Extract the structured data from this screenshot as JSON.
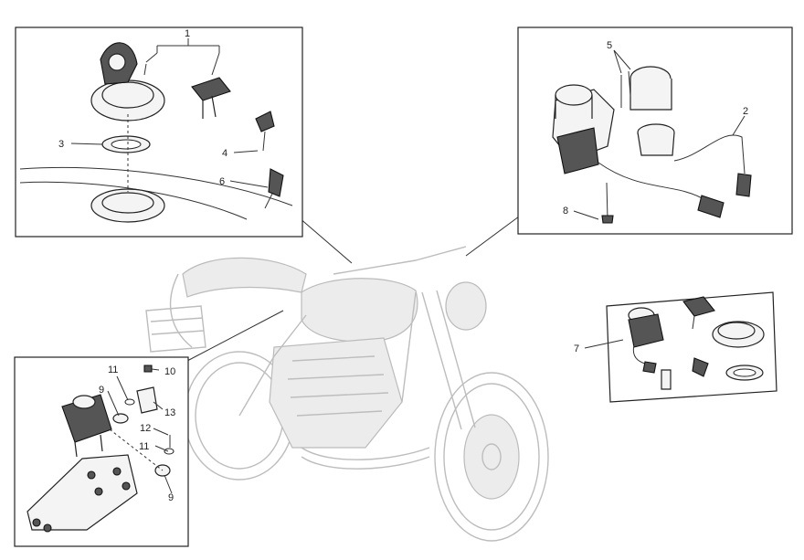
{
  "diagram": {
    "callouts": [
      {
        "id": "c1",
        "text": "1"
      },
      {
        "id": "c2",
        "text": "2"
      },
      {
        "id": "c3",
        "text": "3"
      },
      {
        "id": "c4",
        "text": "4"
      },
      {
        "id": "c5",
        "text": "5"
      },
      {
        "id": "c6",
        "text": "6"
      },
      {
        "id": "c7",
        "text": "7"
      },
      {
        "id": "c8",
        "text": "8"
      },
      {
        "id": "c9a",
        "text": "9"
      },
      {
        "id": "c9b",
        "text": "9"
      },
      {
        "id": "c10",
        "text": "10"
      },
      {
        "id": "c11a",
        "text": "11"
      },
      {
        "id": "c11b",
        "text": "11"
      },
      {
        "id": "c12",
        "text": "12"
      },
      {
        "id": "c13",
        "text": "13"
      }
    ]
  }
}
